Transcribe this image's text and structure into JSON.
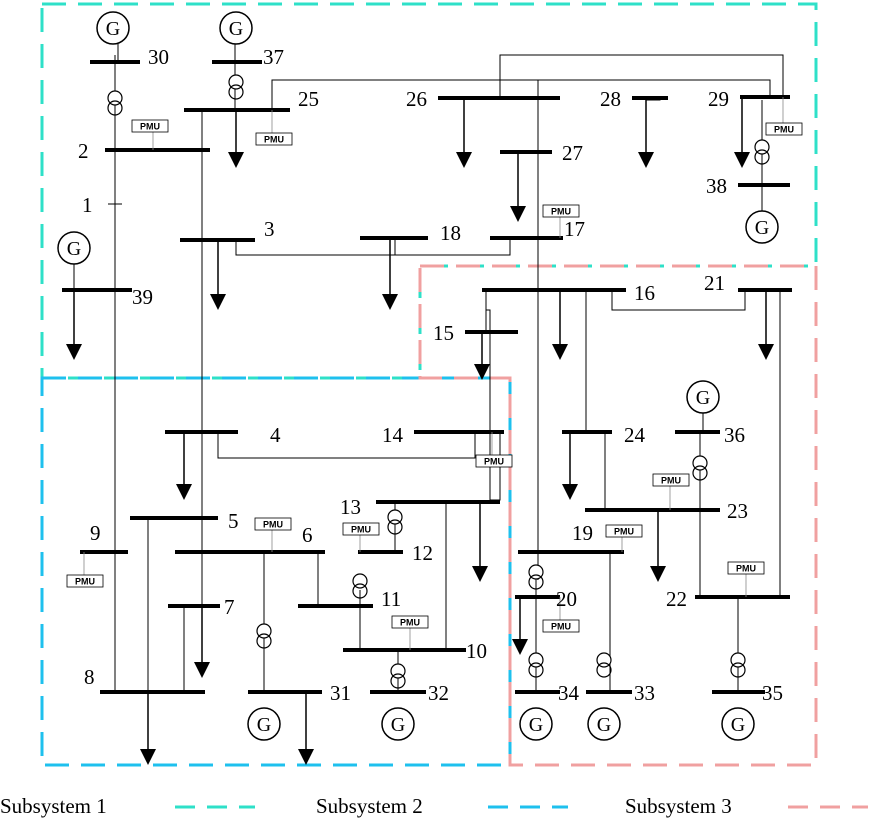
{
  "colors": {
    "subsystem1": "#2ee0c8",
    "subsystem2": "#1ec0ee",
    "subsystem3": "#f0a0a0"
  },
  "buses": [
    "1",
    "2",
    "3",
    "4",
    "5",
    "6",
    "7",
    "8",
    "9",
    "10",
    "11",
    "12",
    "13",
    "14",
    "15",
    "16",
    "17",
    "18",
    "19",
    "20",
    "21",
    "22",
    "23",
    "24",
    "25",
    "26",
    "27",
    "28",
    "29",
    "30",
    "31",
    "32",
    "33",
    "34",
    "35",
    "36",
    "37",
    "38",
    "39"
  ],
  "generator_label": "G",
  "pmu_label": "PMU",
  "pmu_count": 13,
  "generator_count": 10,
  "icons": {
    "generator": "generator-icon",
    "transformer": "transformer-icon",
    "load": "load-arrow-icon",
    "pmu": "pmu-icon"
  },
  "legend": [
    {
      "label": "Subsystem 1",
      "color": "#2ee0c8"
    },
    {
      "label": "Subsystem 2",
      "color": "#1ec0ee"
    },
    {
      "label": "Subsystem 3",
      "color": "#f0a0a0"
    }
  ]
}
